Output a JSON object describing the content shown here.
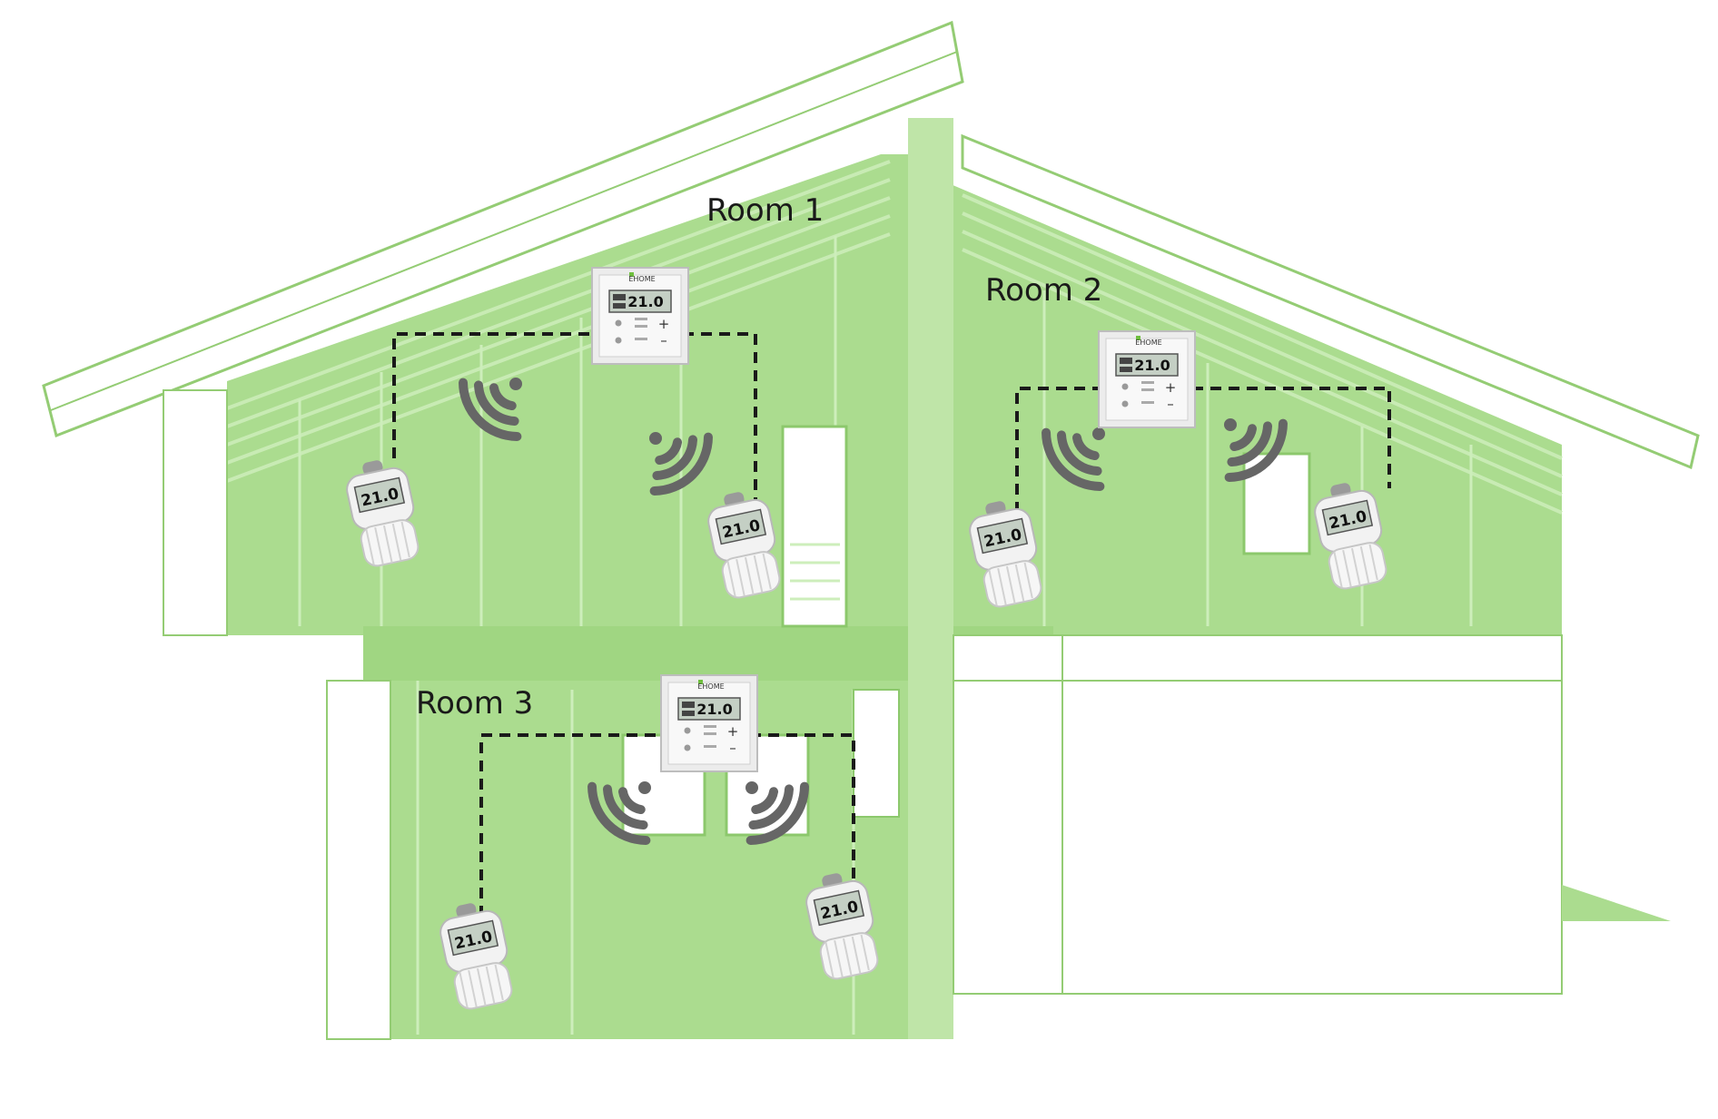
{
  "rooms": [
    {
      "label": "Room 1"
    },
    {
      "label": "Room 2"
    },
    {
      "label": "Room 3"
    }
  ],
  "device": {
    "brand": "EHOME",
    "display_value": "21.0",
    "icon": "thermostat-icon"
  },
  "colors": {
    "house_fill": "#abdc8f",
    "house_line": "#94cc74",
    "link_line": "#1a1a1a",
    "signal": "#666666",
    "device_body": "#f4f4f4",
    "display_bg": "#c4cfc4"
  }
}
